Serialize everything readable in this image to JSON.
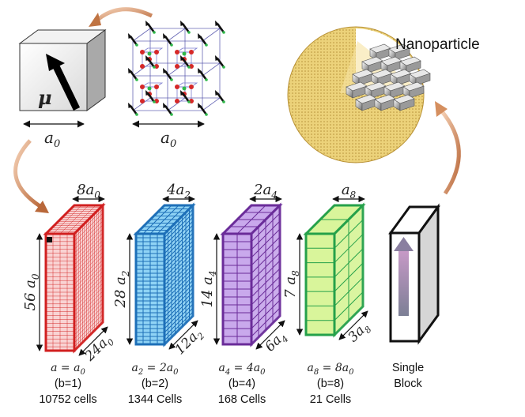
{
  "labels": {
    "nanoparticle": "Nanoparticle",
    "mu": "μ",
    "a0_a": "a",
    "a0_a_sub": "0",
    "a0_b": "a",
    "a0_b_sub": "0"
  },
  "blocks": [
    {
      "top_coef": "8",
      "top_sub": "0",
      "side_coef": "56",
      "side_sub": "0",
      "depth_coef": "24",
      "depth_sub": "0",
      "cap_lhs": "a",
      "cap_lhs_sub": "",
      "cap_rhs": "a",
      "cap_rhs_sub": "0",
      "cap_rhs_coef": "",
      "b": "(b=1)",
      "cells": "10752 cells",
      "color": "#d11f1f",
      "fill": "#f9d3d3"
    },
    {
      "top_coef": "4",
      "top_sub": "2",
      "side_coef": "28",
      "side_sub": "2",
      "depth_coef": "12",
      "depth_sub": "2",
      "cap_lhs": "a",
      "cap_lhs_sub": "2",
      "cap_rhs": "a",
      "cap_rhs_sub": "0",
      "cap_rhs_coef": "2",
      "b": "(b=2)",
      "cells": "1344 Cells",
      "color": "#1d6fb8",
      "fill": "#8fd3f5"
    },
    {
      "top_coef": "2",
      "top_sub": "4",
      "side_coef": "14",
      "side_sub": "4",
      "depth_coef": "6",
      "depth_sub": "4",
      "cap_lhs": "a",
      "cap_lhs_sub": "4",
      "cap_rhs": "a",
      "cap_rhs_sub": "0",
      "cap_rhs_coef": "4",
      "b": "(b=4)",
      "cells": "168 Cells",
      "color": "#6a2c99",
      "fill": "#c9a9ec"
    },
    {
      "top_coef": "",
      "top_sub": "8",
      "side_coef": "7",
      "side_sub": "8",
      "depth_coef": "3",
      "depth_sub": "8",
      "cap_lhs": "a",
      "cap_lhs_sub": "8",
      "cap_rhs": "a",
      "cap_rhs_sub": "0",
      "cap_rhs_coef": "8",
      "b": "(b=8)",
      "cells": "21 Cells",
      "color": "#25a14a",
      "fill": "#d9f59b"
    }
  ],
  "single_block": {
    "line1": "Single",
    "line2": "Block"
  },
  "colors": {
    "arrow_orange": "#d98a55",
    "sphere": "#e6c76a"
  }
}
